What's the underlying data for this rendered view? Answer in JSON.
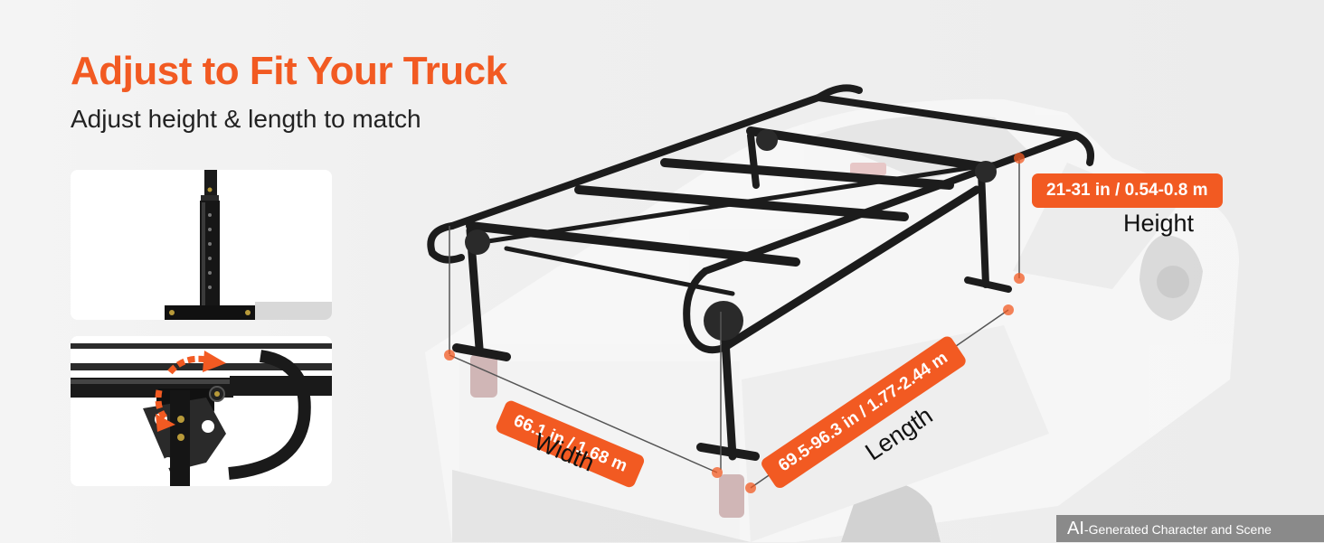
{
  "header": {
    "title": "Adjust to Fit Your Truck",
    "subtitle": "Adjust height & length to match"
  },
  "dimensions": {
    "height": {
      "value": "21-31 in / 0.54-0.8 m",
      "label": "Height"
    },
    "width": {
      "value": "66.1 in / 1.68 m",
      "label": "Width"
    },
    "length": {
      "value": "69.5-96.3 in / 1.77-2.44 m",
      "label": "Length"
    }
  },
  "badge": {
    "prefix": "AI",
    "text": "-Generated Character and Scene"
  },
  "colors": {
    "accent": "#f25a22",
    "rack": "#1c1c1c",
    "truck_body": "#f7f7f7"
  },
  "icons": [
    "rotate-arrow-icon",
    "marker-dot-icon"
  ]
}
